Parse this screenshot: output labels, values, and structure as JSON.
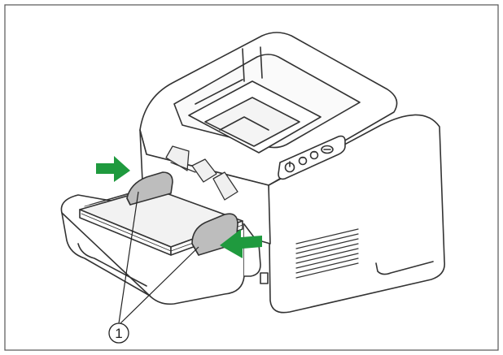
{
  "figure": {
    "callout_label": "1",
    "callout_target": "paper-guides",
    "arrow_color": "#1f9a3e",
    "line_color": "#333333",
    "guide_fill": "#bdbdbd",
    "paper_fill": "#f2f2f2",
    "icons": [
      "power-icon",
      "start-icon",
      "stop-icon",
      "skip-icon"
    ],
    "arrows": [
      "left-guide-arrow",
      "right-guide-arrow"
    ]
  }
}
